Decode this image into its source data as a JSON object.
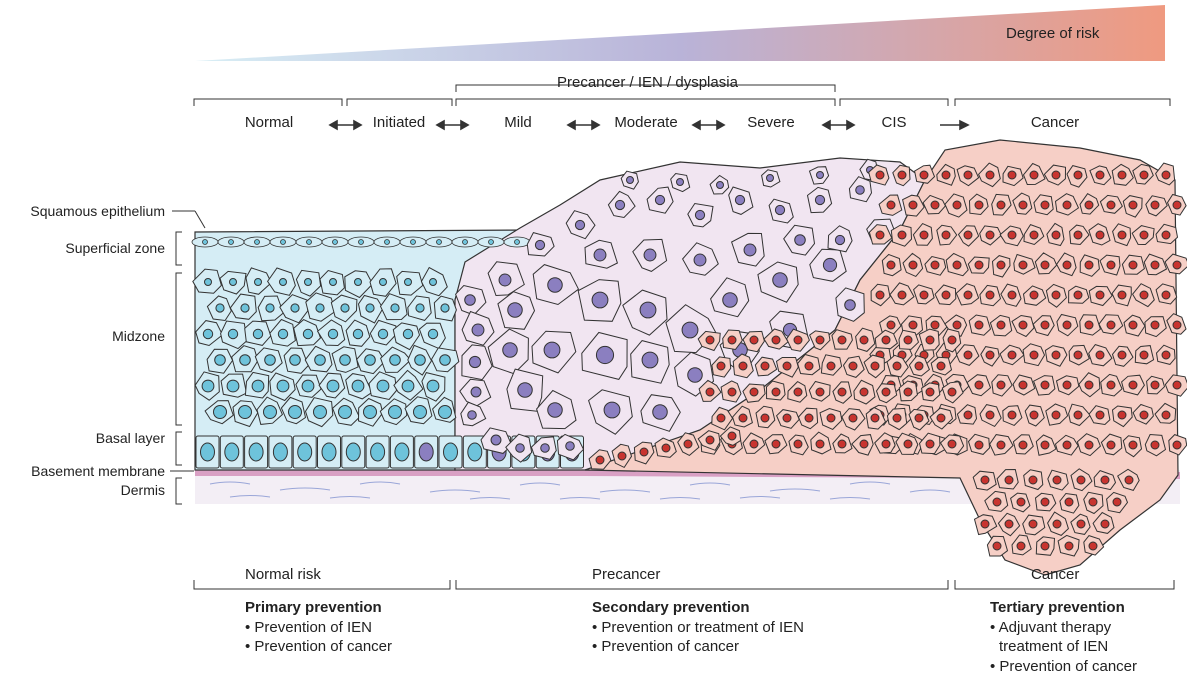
{
  "risk_bar": {
    "label": "Degree of risk",
    "color_start": "#d8eef5",
    "color_mid": "#b9b3d8",
    "color_end": "#ef9a80"
  },
  "precancer_header": "Precancer / IEN / dysplasia",
  "stages": [
    {
      "label": "Normal"
    },
    {
      "label": "Initiated"
    },
    {
      "label": "Mild"
    },
    {
      "label": "Moderate"
    },
    {
      "label": "Severe"
    },
    {
      "label": "CIS"
    },
    {
      "label": "Cancer"
    }
  ],
  "tissue_labels": {
    "squamous": "Squamous epithelium",
    "superficial": "Superficial zone",
    "midzone": "Midzone",
    "basal": "Basal layer",
    "basement": "Basement membrane",
    "dermis": "Dermis"
  },
  "colors": {
    "normal_cell": "#d5edf5",
    "normal_nucleus": "#6ec3db",
    "dysplastic_cell": "#f1e5f1",
    "dysplastic_nucleus": "#8b7fc0",
    "cancer_cell": "#f6cfc6",
    "cancer_nucleus": "#c8342f",
    "membrane": "#d9a0c4",
    "dermis": "#f3eef5",
    "outline": "#333333"
  },
  "risk_groups": [
    {
      "range_label": "Normal risk",
      "heading": "Primary prevention",
      "items": [
        "• Prevention of IEN",
        "• Prevention of cancer"
      ]
    },
    {
      "range_label": "Precancer",
      "heading": "Secondary prevention",
      "items": [
        "• Prevention or treatment of IEN",
        "• Prevention of cancer"
      ]
    },
    {
      "range_label": "Cancer",
      "heading": "Tertiary prevention",
      "items": [
        "• Adjuvant therapy",
        "treatment of IEN",
        "• Prevention of cancer"
      ]
    }
  ]
}
